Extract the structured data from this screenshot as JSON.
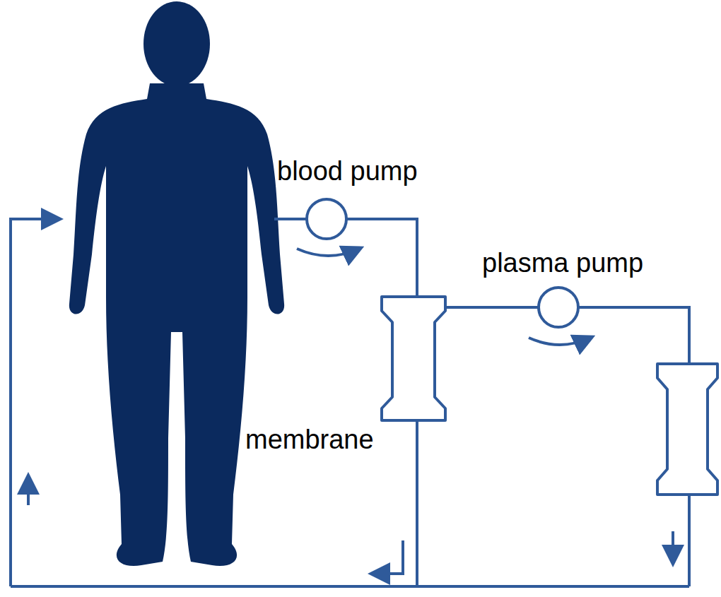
{
  "diagram": {
    "labels": [
      "blood pump",
      "plasma pump",
      "membrane"
    ]
  }
}
